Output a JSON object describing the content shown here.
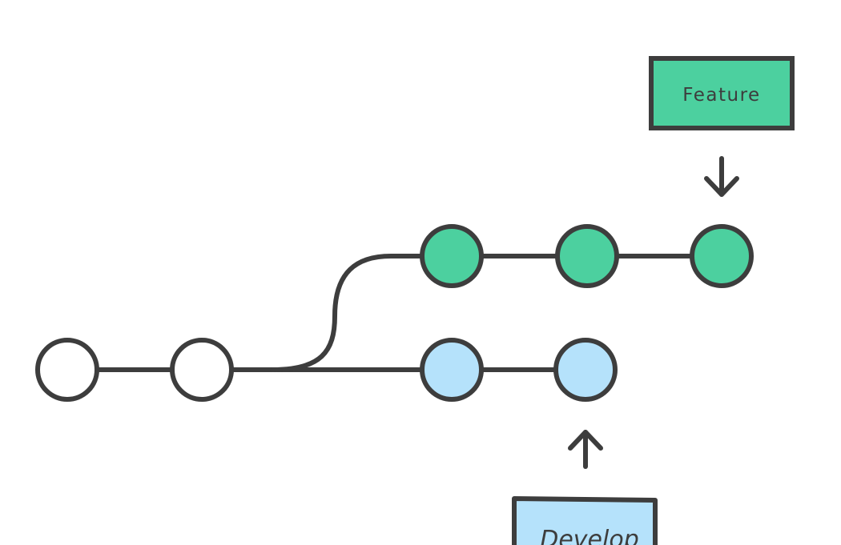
{
  "colors": {
    "stroke": "#3d3d3d",
    "background": "#ffffff",
    "feature": "#4cd09f",
    "develop": "#b5e2fb",
    "main": "#ffffff"
  },
  "labels": {
    "feature": "Feature",
    "develop": "Develop"
  },
  "commits": {
    "main": 2,
    "feature": 3,
    "develop": 2
  },
  "icons": {
    "feature_pointer": "arrow-down-icon",
    "develop_pointer": "arrow-up-icon"
  }
}
